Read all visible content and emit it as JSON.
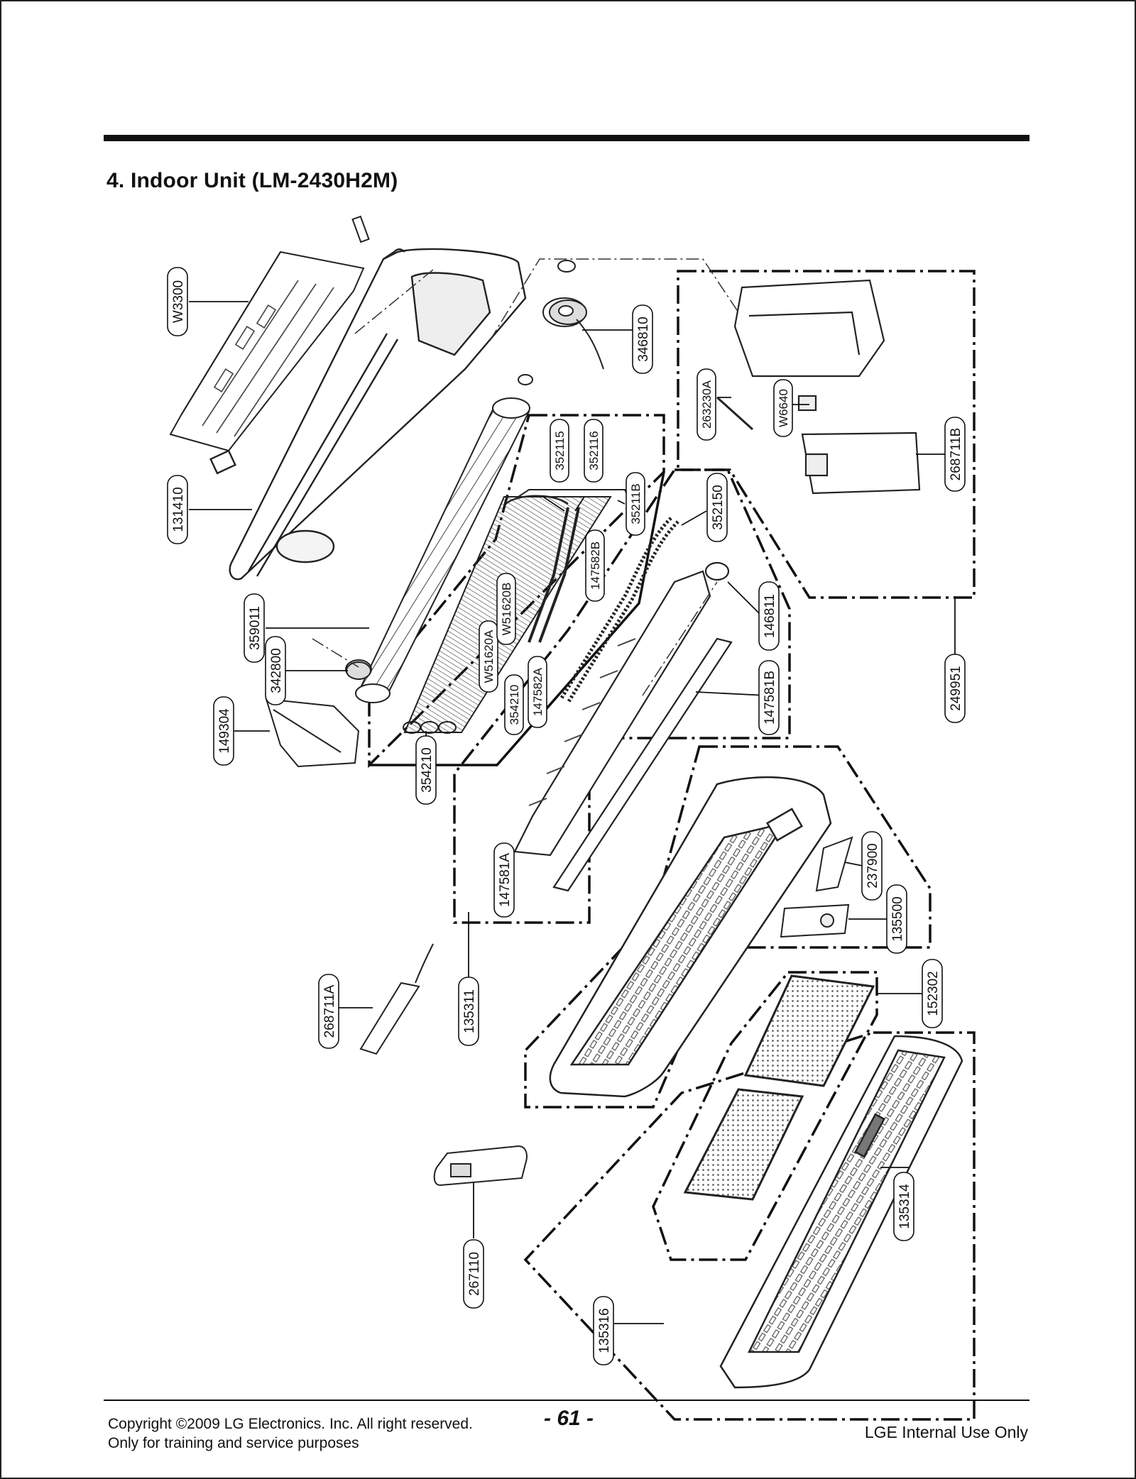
{
  "header": {
    "title": "4. Indoor Unit (LM-2430H2M)"
  },
  "parts": [
    {
      "code": "W3300"
    },
    {
      "code": "131410"
    },
    {
      "code": "359011"
    },
    {
      "code": "342800"
    },
    {
      "code": "149304"
    },
    {
      "code": "354210"
    },
    {
      "code": "354210"
    },
    {
      "code": "W51620A"
    },
    {
      "code": "W51620B"
    },
    {
      "code": "147582A"
    },
    {
      "code": "147582B"
    },
    {
      "code": "352115"
    },
    {
      "code": "352116"
    },
    {
      "code": "35211B"
    },
    {
      "code": "346810"
    },
    {
      "code": "263230A"
    },
    {
      "code": "W6640"
    },
    {
      "code": "268711B"
    },
    {
      "code": "352150"
    },
    {
      "code": "146811"
    },
    {
      "code": "147581B"
    },
    {
      "code": "249951"
    },
    {
      "code": "147581A"
    },
    {
      "code": "135311"
    },
    {
      "code": "268711A"
    },
    {
      "code": "237900"
    },
    {
      "code": "135500"
    },
    {
      "code": "152302"
    },
    {
      "code": "135314"
    },
    {
      "code": "267110"
    },
    {
      "code": "135316"
    }
  ],
  "footer": {
    "copyright_line1": "Copyright ©2009 LG Electronics. Inc. All right reserved.",
    "copyright_line2": "Only for training and service purposes",
    "page_number": "- 61 -",
    "internal_note": "LGE Internal Use Only"
  }
}
